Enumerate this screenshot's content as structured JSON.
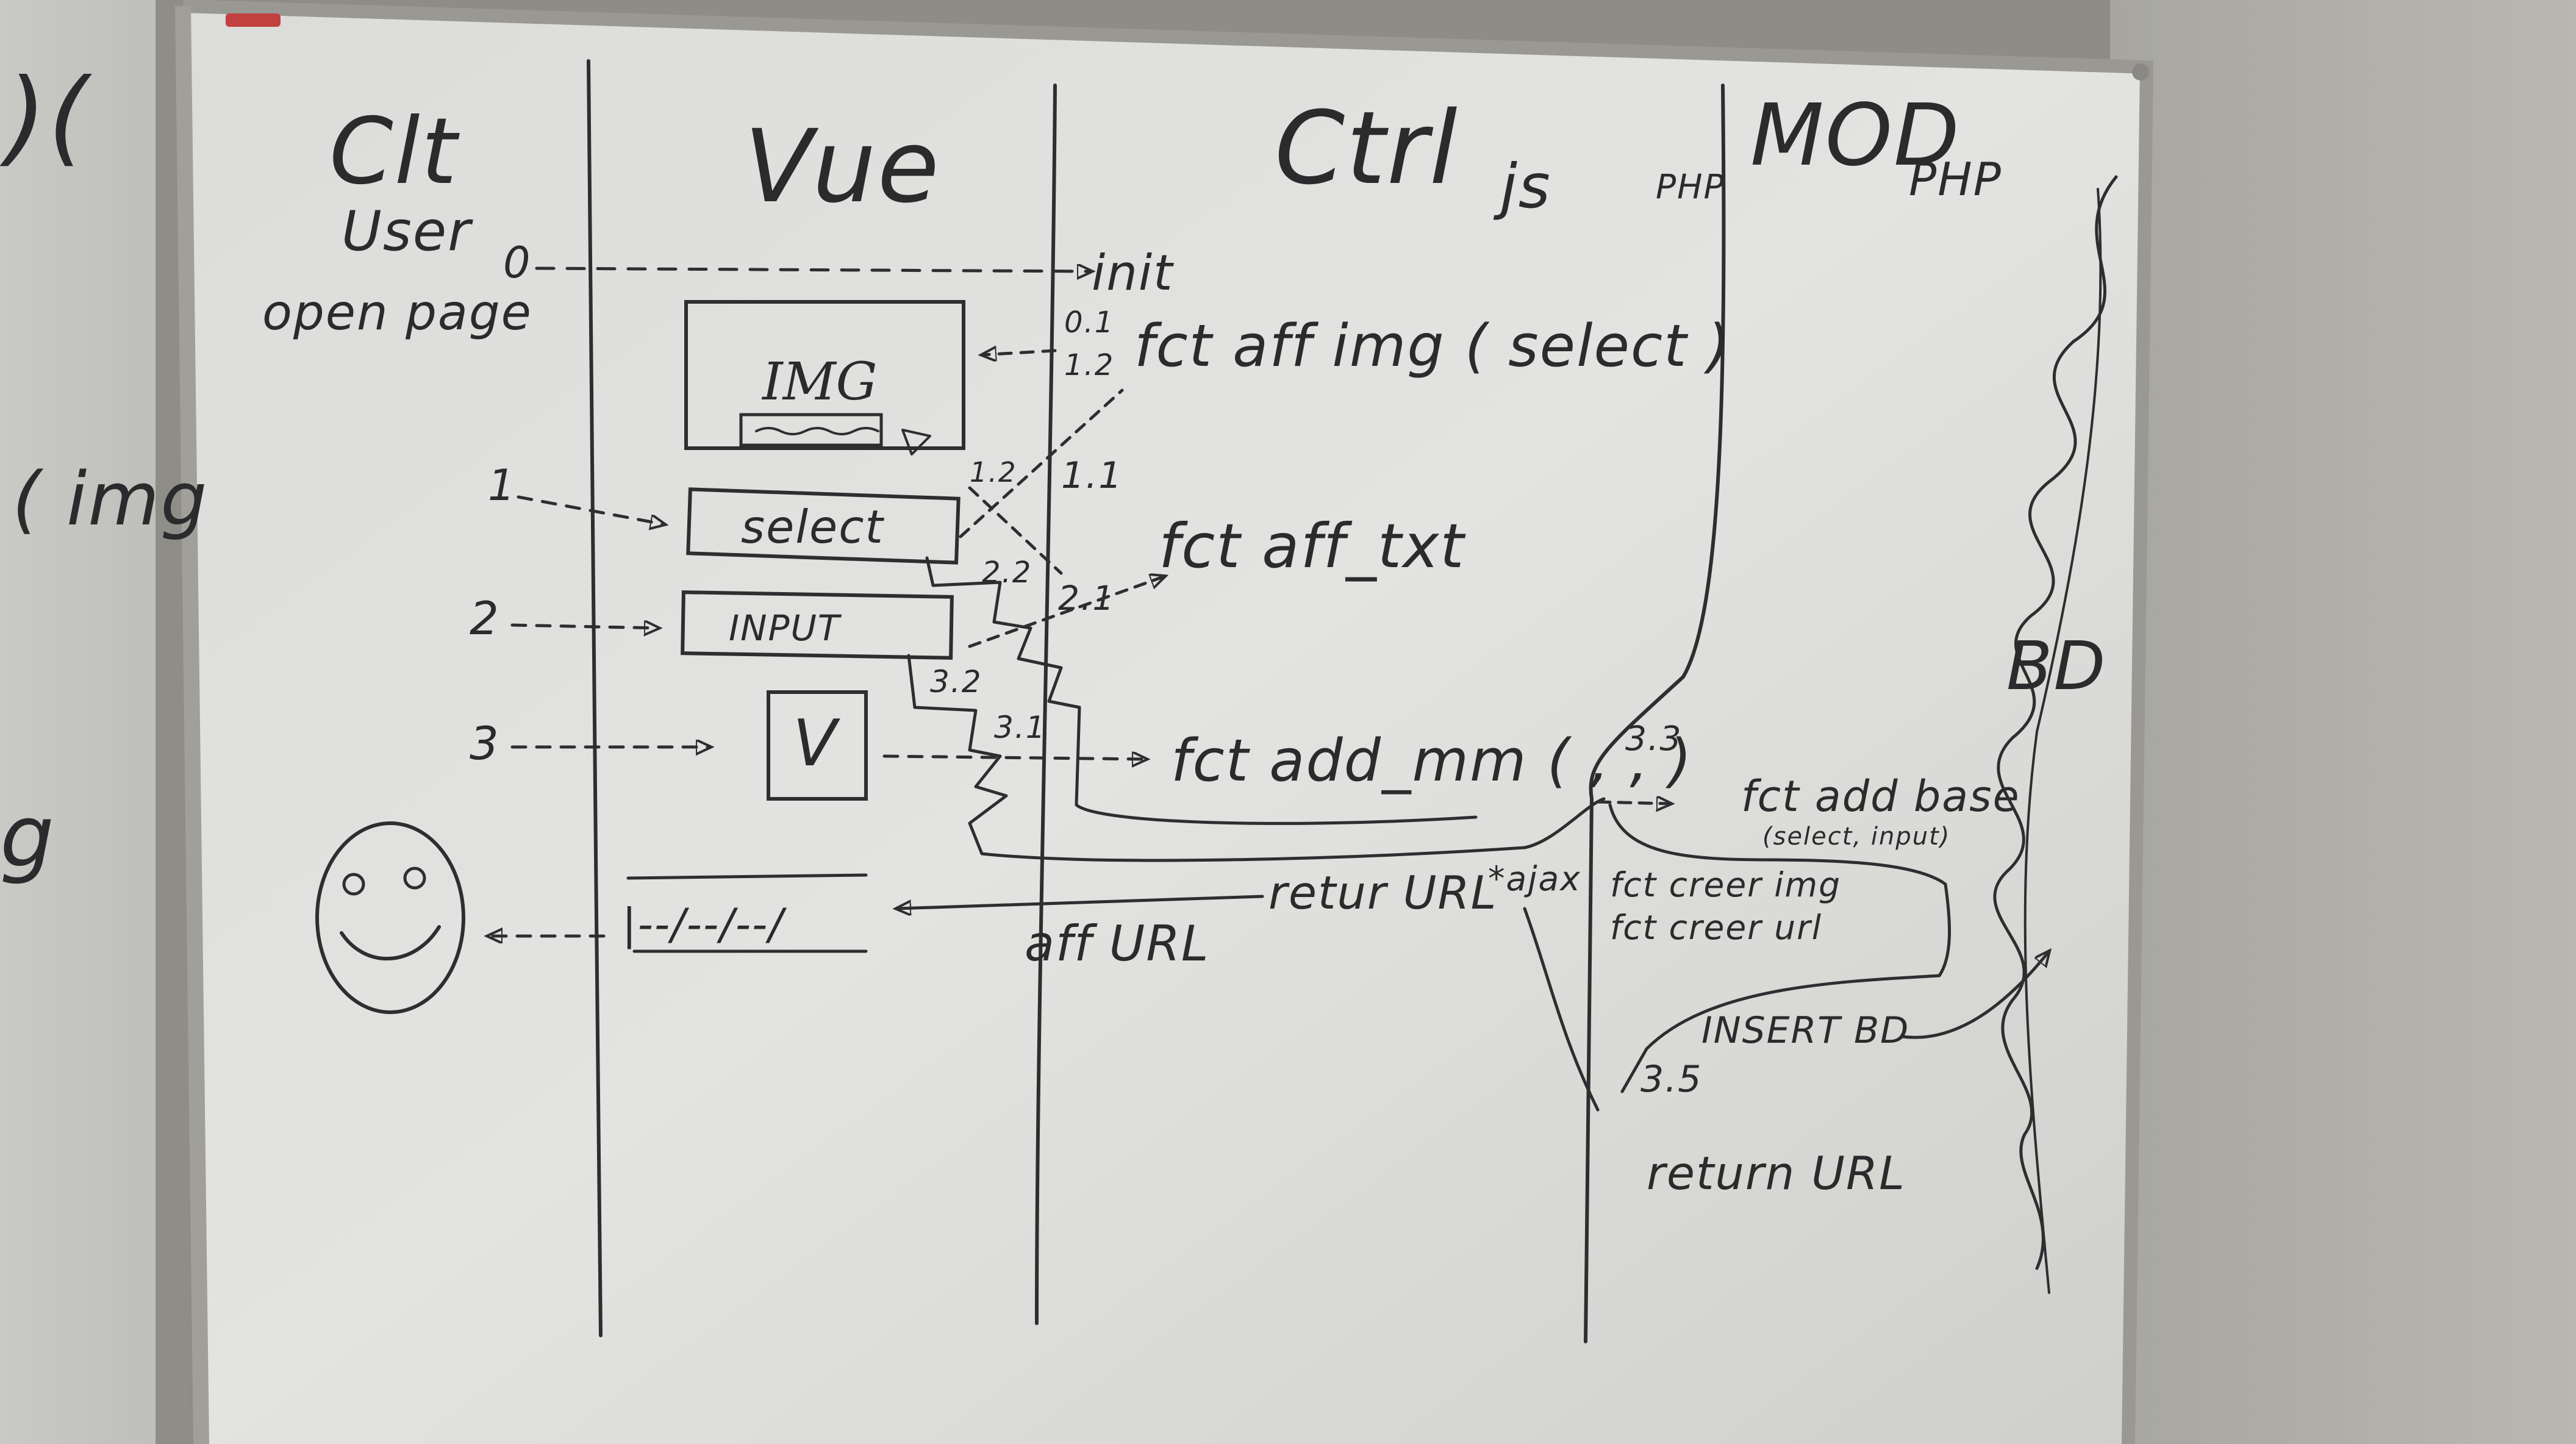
{
  "columns": {
    "clt": "Clt",
    "vue": "Vue",
    "ctrl": "Ctrl",
    "ctrl_js": "js",
    "ctrl_php": "PHP",
    "mod": "MOD",
    "mod_php": "PHP"
  },
  "client": {
    "user": "User",
    "open_page": "open page"
  },
  "steps": {
    "s0": "0",
    "s1": "1",
    "s2": "2",
    "s3": "3",
    "init": "init",
    "s0_1": "0.1",
    "s1_2": "1.2",
    "s1_1": "1.1",
    "s1_2b": "1.2",
    "s2_1": "2.1",
    "s2_2": "2.2",
    "s3_1": "3.1",
    "s3_2": "3.2",
    "s3_3": "3.3",
    "s3_5": "3.5"
  },
  "view_boxes": {
    "img": "IMG",
    "select": "select",
    "input": "INPUT",
    "validate": "V",
    "url_bar": "|--/--/--/"
  },
  "controller_functions": {
    "aff_img": "fct aff img ( select )",
    "aff_txt": "fct aff_txt",
    "add_mm": "fct add_mm ( , , )",
    "return_url": "retur URL",
    "aff_url": "aff URL"
  },
  "model_functions": {
    "add_base": "fct add base",
    "add_base_args": "(select, input)",
    "ajax": "*ajax",
    "create_img": "fct creer img",
    "create_url": "fct creer url",
    "insert_bd": "INSERT BD",
    "return_url": "return URL"
  },
  "database": "BD",
  "left_board_fragments": {
    "top": ")(",
    "mid": "( img",
    "bottom": "g"
  }
}
